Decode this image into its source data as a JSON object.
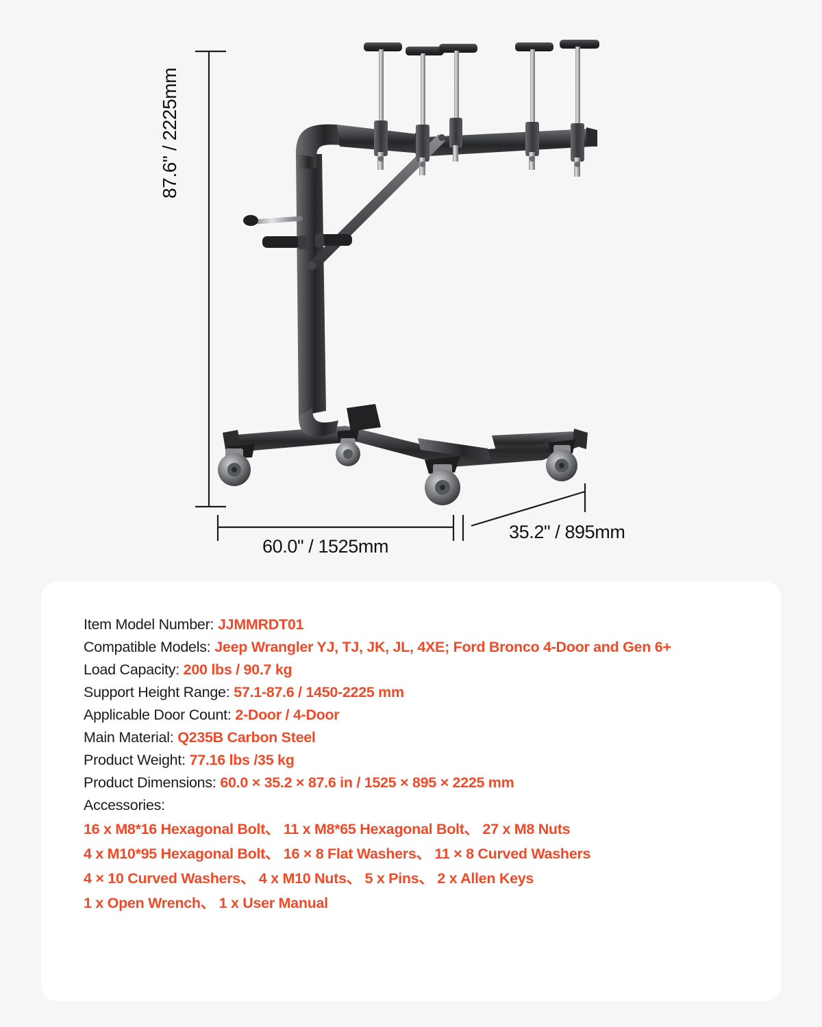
{
  "page": {
    "background_color": "#f6f6f6",
    "card_color": "#ffffff",
    "accent_color": "#f04a28",
    "text_color": "#1b1b1b"
  },
  "figure": {
    "alt": "Jeep Wrangler / Ford Bronco hardtop and door removal cart on casters",
    "dimensions": {
      "height_label": "87.6\" / 2225mm",
      "width_label": "60.0\" / 1525mm",
      "depth_label": "35.2\" / 895mm"
    }
  },
  "specs": [
    {
      "label": "Item Model Number:",
      "value": "JJMMRDT01"
    },
    {
      "label": "Compatible Models:",
      "value": "Jeep Wrangler YJ, TJ, JK, JL, 4XE; Ford Bronco 4-Door and Gen 6+"
    },
    {
      "label": "Load Capacity:",
      "value": "200 lbs / 90.7 kg"
    },
    {
      "label": "Support Height Range:",
      "value": "57.1-87.6 / 1450-2225 mm"
    },
    {
      "label": "Applicable Door Count:",
      "value": "2-Door / 4-Door"
    },
    {
      "label": "Main Material:",
      "value": "Q235B Carbon Steel"
    },
    {
      "label": "Product Weight:",
      "value": "77.16 lbs /35 kg"
    },
    {
      "label": "Product Dimensions:",
      "value": "60.0 × 35.2 × 87.6 in / 1525 × 895 × 2225 mm"
    }
  ],
  "accessories": {
    "heading": "Accessories:",
    "lines": [
      "16 x M8*16 Hexagonal Bolt、 11 x M8*65 Hexagonal Bolt、 27 x M8 Nuts",
      "4 x M10*95 Hexagonal Bolt、 16 × 8 Flat Washers、 11 × 8 Curved Washers",
      "4 × 10 Curved Washers、 4 x M10 Nuts、 5 x Pins、 2 x Allen Keys",
      "1 x Open Wrench、 1 x User Manual"
    ]
  }
}
